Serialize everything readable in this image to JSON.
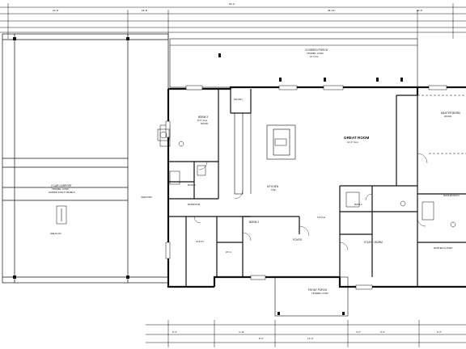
{
  "rooms": {
    "carport": {
      "name": "2 CAR CARPORT",
      "finish": "TROWEL CONC.",
      "note": "SEE PLAN",
      "misc": "HARDIE SOFFIT PANELS"
    },
    "bdrm3": {
      "name": "BDRM 3",
      "spec": "8'-0\" CLG.",
      "spec2": "WOOD"
    },
    "bath3": {
      "name": "BATH 3"
    },
    "pantry": {
      "name": "PANTRY"
    },
    "kitchen": {
      "name": "KITCHEN",
      "spec": "TILE"
    },
    "great_room": {
      "name": "GREAT ROOM",
      "spec": "12'-0\" CLG."
    },
    "covered_porch": {
      "name": "COVERED PORCH",
      "spec": "TROWEL CONC.",
      "spec2": "10' CLG."
    },
    "master_bedroom": {
      "name": "MASTER BDRM",
      "spec": "WOOD"
    },
    "master_bath": {
      "name": "MASTER BATH"
    },
    "master_closet": {
      "name": "MASTER CLOSET"
    },
    "mudroom": {
      "name": "MUDROOM"
    },
    "shelving": {
      "name": "SHELVING"
    },
    "utility": {
      "name": "UTILITY"
    },
    "bdrm2": {
      "name": "BDRM 2"
    },
    "foyer": {
      "name": "FOYER"
    },
    "study": {
      "name": "STUDY / BDRM"
    },
    "bath2": {
      "name": "BATH 2"
    },
    "wic": {
      "name": "W.I.C."
    },
    "front_porch": {
      "name": "FRONT PORCH",
      "spec": "TROWEL CONC."
    },
    "tp_clg": {
      "name": "TP CLG."
    }
  },
  "dimensions": {
    "top": [
      "23'-8\"",
      "18'-8\"",
      "64'-2\"",
      "38'-10\"",
      "60'-6\""
    ],
    "bottom": [
      "9'-4\"",
      "4'-11\"",
      "8'-0\"",
      "12'-0\"",
      "4'-2\"",
      "6'-6\"",
      "6'-0\""
    ]
  },
  "colors": {
    "line": "#111111",
    "paper": "#ffffff"
  }
}
